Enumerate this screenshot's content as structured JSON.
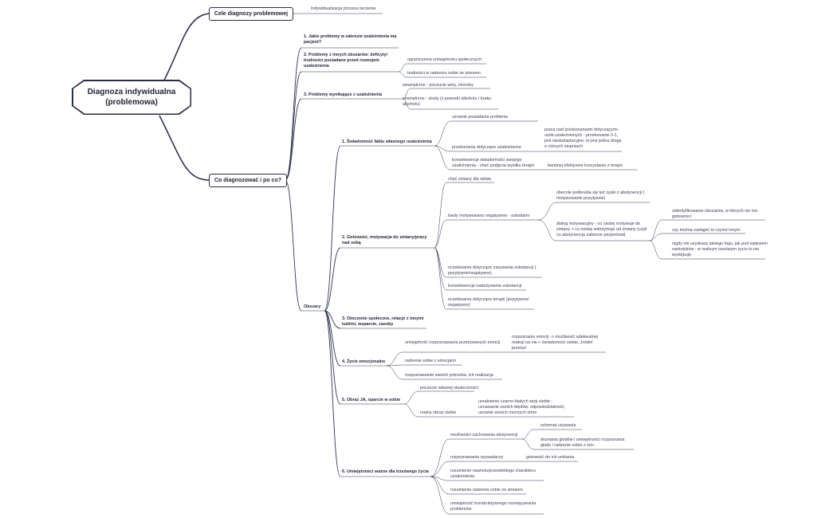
{
  "root": "Diagnoza indywidualna (problemowa)",
  "branch_goals": "Cele diagnozy problemowej",
  "goal_individualization": "Indywidualizacja procesu leczenia",
  "branch_what": "Co diagnozować i po co?",
  "q1": "1. Jakie problemy w zakresie uzależnienia ma pacjent?",
  "q2": "2. Problemy z innych obszarów: deficyty/ trudności posiadane przed rozwojem uzależnienia",
  "q2_a": "ograniczenia umiejętności społecznych",
  "q2_b": "trudności w radzeniu sobie ze stresem",
  "q3": "3. Problemy wynikające z uzależnienia",
  "q3_a": "wewnętrzne - poczucie winy, choroby",
  "q3_b": "zewnętrzne - straty (z powodu alkoholu i braku alkoholu)",
  "areas": "Obszary",
  "a1": "1. Świadomość faktu własnego uzależnienia",
  "a1_a": "uznanie posiadania problemu",
  "a1_b": "przekonania dotyczące uzależnienia",
  "a1_b1": "praca nad przekonaniami dotyczącymi osób uzależnionych - przekonanie 0-1, jest niedadaptacyjne, to jest jedna droga o różnych stopniach",
  "a1_c": "konsekwencje świadomości swojego uzależnienia - chęć podjęcia wysiłku terapii",
  "a1_c1": "bardziej efektywne korzystanie z terapii",
  "a2": "2. Gotowość, motywacja do zmiany/pracy nad sobą",
  "a2_a": "chęć zmiany dla siebie",
  "a2_b": "kiedy motywowano negatywnie - szkodami",
  "a2_b1": "obecnie podkreśla się też zyski z abstynencji ( motywowanie pozytywne)",
  "a2_b2": "dialog motywacyjny - co osobę motywuje do zmiany + co osobę wstrzymuje od zmiany (czyli co abstynencja zabierze pacjentowi)",
  "a2_b2a": "zidentyfikowanie obszarów, w których nie ma gotowości",
  "a2_b2b": "czy można zastąpić to czymś innym",
  "a2_b2c": "nigdy nie uzyskasz takiego haju, jak pod wpływem narkotyków - w realnym trzeźwym życiu to nie występuje",
  "a2_c": "oczekiwania dotyczące zażywania substancji ( pozytywne/negatywne)",
  "a2_d": "konsekwencje nadużywania substancji",
  "a2_e": "oczekiwania dotyczące terapii (pozytywne/ negatywne)",
  "a3": "3. Otoczenie społeczne, relacje z innymi ludźmi, wsparcie, zasoby",
  "a4": "4. Życie emocjonalne",
  "a4_a": "umiejętność rozpoznawania przeżywanych emocji",
  "a4_a1": "rozpoznanie emocji -> możliwość adekwatnej reakcji na nie + świadomość siebie, źródeł przeżyć",
  "a4_b": "radzenie sobie z emocjami",
  "a4_c": "rozpoznawanie swoich potrzeba, ich realizacja",
  "a5": "5. Obraz JA, oparcie w sobie",
  "a5_a": "poczucie własnej skuteczności",
  "a5_b": "realny obraz siebie",
  "a5_b1": "urealnienie czarno-białych wizji siebie - uznawanie swoich błędów, odpowiedzialność, uznanie swoich mocnych stron",
  "a6": "6. Umiejętności ważne dla trzeźwego życia",
  "a6_a": "możliwości zachowania abstynencji",
  "a6_a1": "schemat używania",
  "a6_a2": "doznania głodów i umiejętności rozpoznania głodu i radzenie sobie z nim",
  "a6_b": "rozpoznawanie wyzwalaczy",
  "a6_b1": "gotowość do ich unikania",
  "a6_c": "rozumienie nawrotu/przewlekłego charakteru uzależnienia",
  "a6_d": "rozumienie radzenia sobie ze stresem",
  "a6_e": "umiejętność konstruktywnego rozwiązywania problemów"
}
